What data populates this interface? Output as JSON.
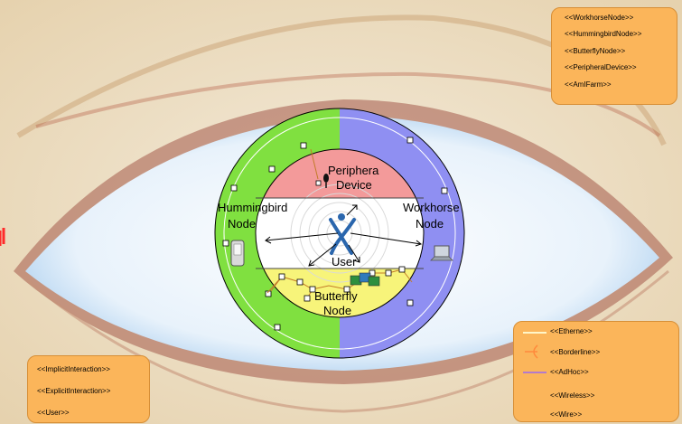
{
  "diagram": {
    "stereotypes": {
      "items": [
        "<<WorkhorseNode>>",
        "<<HummingbirdNode>>",
        "<<ButterflyNode>>",
        "<<PeripheralDevice>>",
        "<<AmIFarm>>"
      ]
    },
    "interactions": {
      "items": [
        "<<ImplicitInteraction>>",
        "<<ExplicitInteraction>>",
        "<<User>>"
      ]
    },
    "connectors": {
      "items": [
        "<<Etherne>>",
        "<<Borderline>>",
        "<<AdHoc>>",
        "<<Wireless>>",
        "<<Wire>>"
      ]
    },
    "labels": {
      "peripheral_line1": "Periphera",
      "peripheral_line2": "Device",
      "hummingbird_line1": "Hummingbird",
      "hummingbird_line2": "Node",
      "workhorse_line1": "Workhorse",
      "workhorse_line2": "Node",
      "user": "User",
      "butterfly_line1": "Butterfly",
      "butterfly_line2": "Node"
    },
    "colors": {
      "hummingbird_ring": "#80e040",
      "workhorse_ring": "#8f8ff2",
      "peripheral": "#f39a9a",
      "butterfly": "#f7f47a",
      "legend": "#fbb55a",
      "ethernet": "#fff6c8",
      "borderline": "#ff8a3c",
      "adhoc": "#b37acc"
    },
    "icons": [
      "user-figure-icon",
      "pda-icon",
      "laptop-icon",
      "sensor-cards-icon",
      "microphone-icon"
    ]
  }
}
